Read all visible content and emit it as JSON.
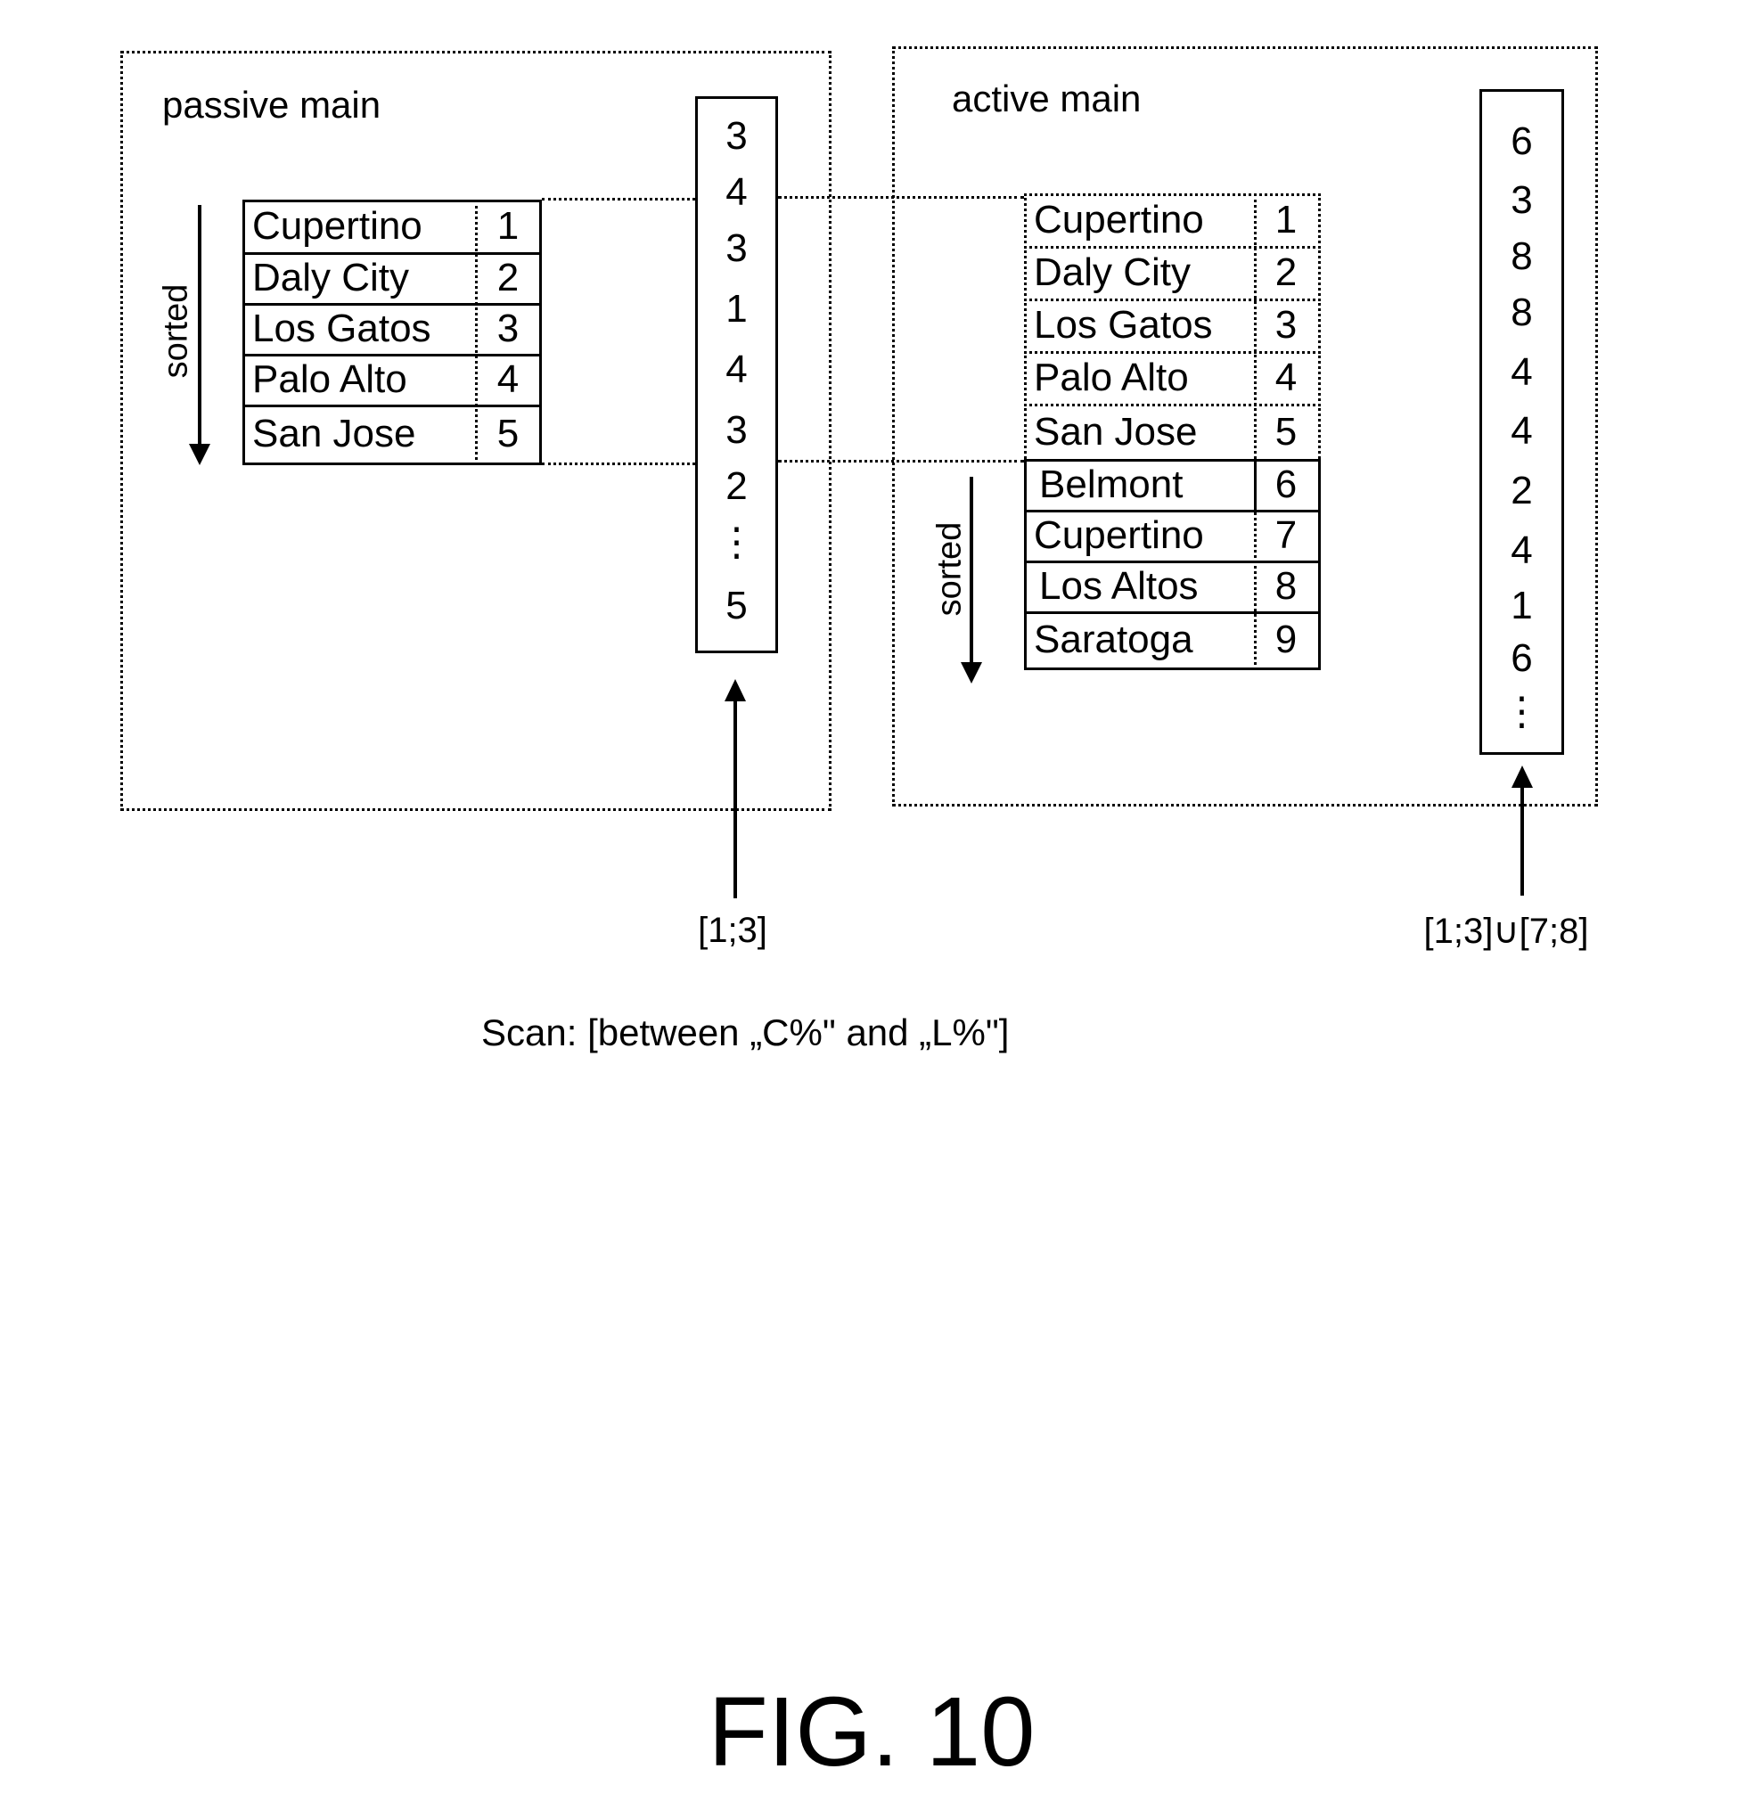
{
  "passive": {
    "title": "passive main",
    "sorted_label": "sorted",
    "dictionary": [
      {
        "name": "Cupertino",
        "id": "1"
      },
      {
        "name": "Daly City",
        "id": "2"
      },
      {
        "name": "Los Gatos",
        "id": "3"
      },
      {
        "name": "Palo Alto",
        "id": "4"
      },
      {
        "name": "San Jose",
        "id": "5"
      }
    ],
    "value_column": [
      "3",
      "4",
      "3",
      "1",
      "4",
      "3",
      "2",
      "⋮",
      "5"
    ],
    "range_label": "[1;3]"
  },
  "active": {
    "title": "active main",
    "sorted_label": "sorted",
    "dictionary_passive_part": [
      {
        "name": "Cupertino",
        "id": "1"
      },
      {
        "name": "Daly City",
        "id": "2"
      },
      {
        "name": "Los Gatos",
        "id": "3"
      },
      {
        "name": "Palo Alto",
        "id": "4"
      },
      {
        "name": "San Jose",
        "id": "5"
      }
    ],
    "dictionary_delta_part": [
      {
        "name": "Belmont",
        "id": "6"
      },
      {
        "name": "Cupertino",
        "id": "7"
      },
      {
        "name": "Los Altos",
        "id": "8"
      },
      {
        "name": "Saratoga",
        "id": "9"
      }
    ],
    "value_column": [
      "6",
      "3",
      "8",
      "8",
      "4",
      "4",
      "2",
      "4",
      "1",
      "6",
      "⋮"
    ],
    "range_label": "[1;3]∪[7;8]"
  },
  "scan_text": "Scan: [between „C%\" and „L%\"]",
  "figure_label": "FIG. 10"
}
